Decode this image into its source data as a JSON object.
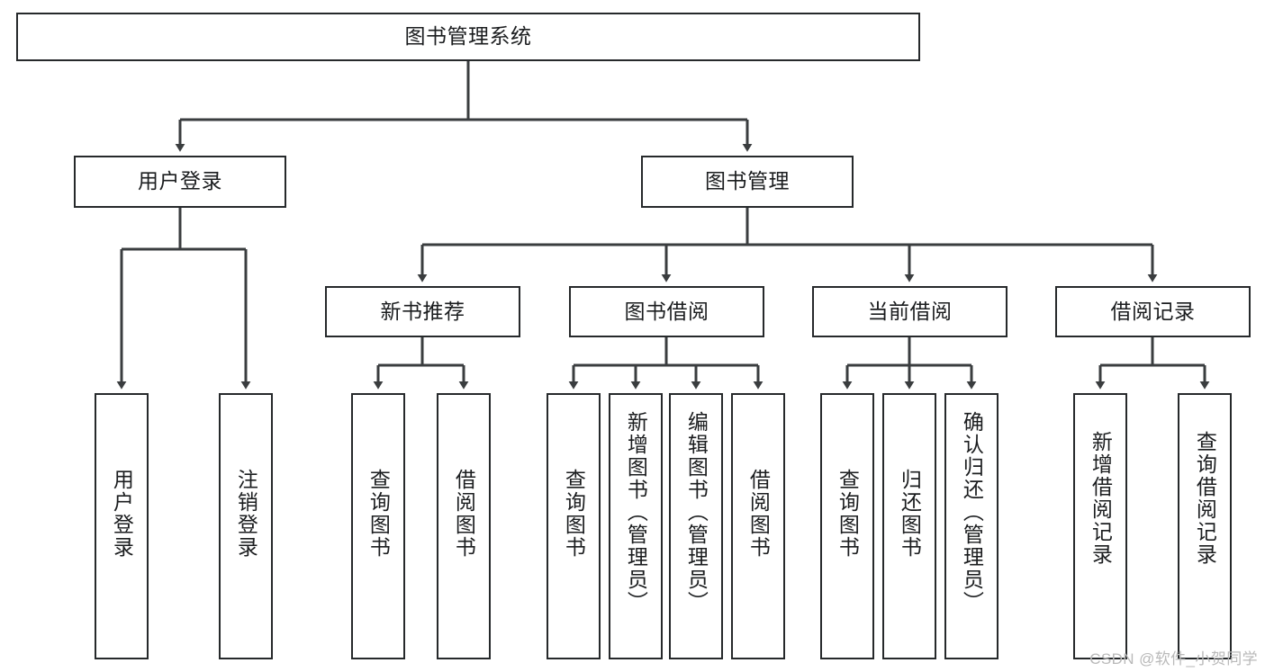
{
  "diagram": {
    "title": "图书管理系统",
    "type": "tree",
    "watermark": "CSDN @软件_小贺同学",
    "colors": {
      "box_border": "#26292b",
      "box_fill": "#ffffff",
      "edge": "#3a3d3f",
      "text": "#1b1d1f",
      "watermark": "#b9b9b9",
      "background": "#ffffff"
    },
    "nodes": {
      "root": {
        "label": "图书管理系统",
        "orientation": "horizontal"
      },
      "level2": [
        {
          "id": "user-login",
          "label": "用户登录",
          "orientation": "horizontal"
        },
        {
          "id": "book-manage",
          "label": "图书管理",
          "orientation": "horizontal"
        }
      ],
      "level3": [
        {
          "id": "new-book-rec",
          "label": "新书推荐",
          "orientation": "horizontal"
        },
        {
          "id": "book-borrow",
          "label": "图书借阅",
          "orientation": "horizontal"
        },
        {
          "id": "current-borrow",
          "label": "当前借阅",
          "orientation": "horizontal"
        },
        {
          "id": "borrow-record",
          "label": "借阅记录",
          "orientation": "horizontal"
        }
      ],
      "leaves": [
        {
          "id": "leaf-user-login",
          "label": "用户登录",
          "parent": "user-login",
          "orientation": "vertical"
        },
        {
          "id": "leaf-user-logout",
          "label": "注销登录",
          "parent": "user-login",
          "orientation": "vertical"
        },
        {
          "id": "leaf-query-book-1",
          "label": "查询图书",
          "parent": "new-book-rec",
          "orientation": "vertical"
        },
        {
          "id": "leaf-borrow-book-1",
          "label": "借阅图书",
          "parent": "new-book-rec",
          "orientation": "vertical"
        },
        {
          "id": "leaf-query-book-2",
          "label": "查询图书",
          "parent": "book-borrow",
          "orientation": "vertical"
        },
        {
          "id": "leaf-add-book",
          "label": "新增图书（管理员）",
          "parent": "book-borrow",
          "orientation": "vertical"
        },
        {
          "id": "leaf-edit-book",
          "label": "编辑图书（管理员）",
          "parent": "book-borrow",
          "orientation": "vertical"
        },
        {
          "id": "leaf-borrow-book-2",
          "label": "借阅图书",
          "parent": "book-borrow",
          "orientation": "vertical"
        },
        {
          "id": "leaf-query-book-3",
          "label": "查询图书",
          "parent": "current-borrow",
          "orientation": "vertical"
        },
        {
          "id": "leaf-return-book",
          "label": "归还图书",
          "parent": "current-borrow",
          "orientation": "vertical"
        },
        {
          "id": "leaf-confirm-return",
          "label": "确认归还（管理员）",
          "parent": "current-borrow",
          "orientation": "vertical"
        },
        {
          "id": "leaf-add-record",
          "label": "新增借阅记录",
          "parent": "borrow-record",
          "orientation": "vertical"
        },
        {
          "id": "leaf-query-record",
          "label": "查询借阅记录",
          "parent": "borrow-record",
          "orientation": "vertical"
        }
      ]
    }
  }
}
